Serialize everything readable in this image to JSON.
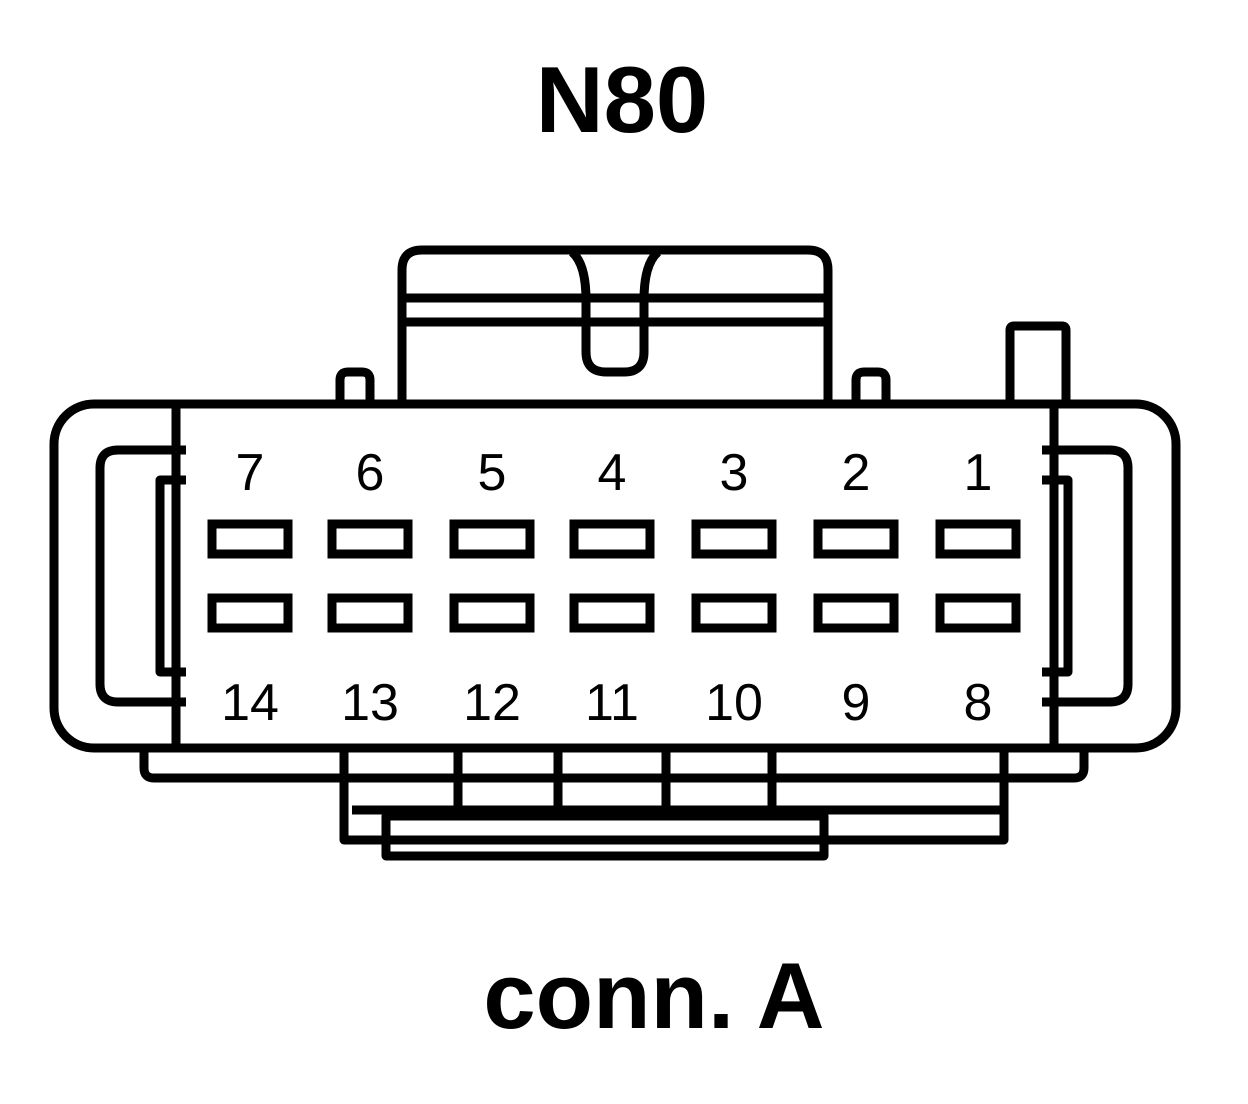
{
  "title": "N80",
  "caption": "conn. A",
  "colors": {
    "line": "#000000",
    "background": "#ffffff"
  },
  "pins": {
    "top_row": [
      "7",
      "6",
      "5",
      "4",
      "3",
      "2",
      "1"
    ],
    "bottom_row": [
      "14",
      "13",
      "12",
      "11",
      "10",
      "9",
      "8"
    ]
  }
}
